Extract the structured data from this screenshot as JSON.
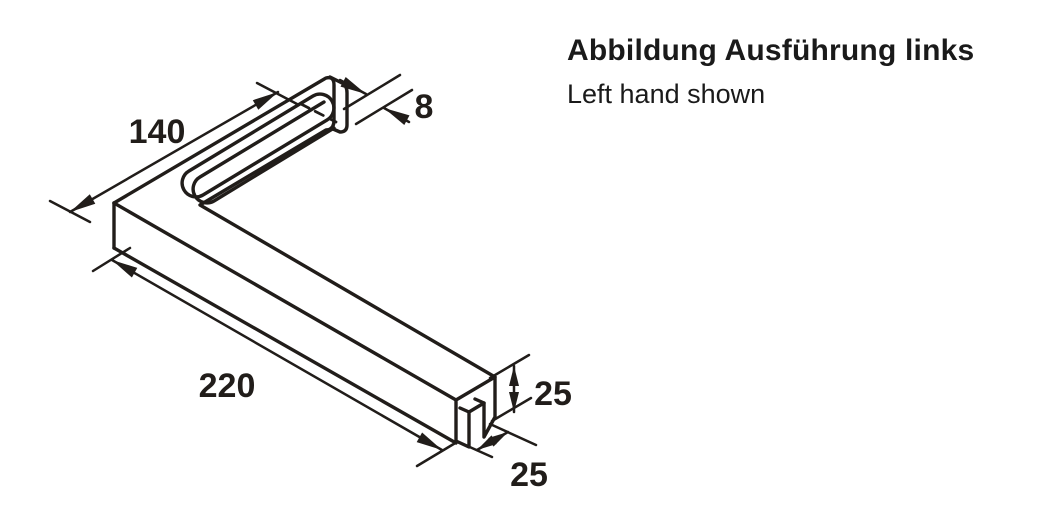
{
  "header": {
    "title_de": "Abbildung Ausführung links",
    "title_en": "Left hand shown"
  },
  "drawing": {
    "dimensions": {
      "slot_arm_length": "140",
      "slot_width": "8",
      "bar_length": "220",
      "profile_height": "25",
      "profile_width": "25"
    },
    "colors": {
      "line": "#211d1a",
      "background": "#ffffff"
    }
  }
}
